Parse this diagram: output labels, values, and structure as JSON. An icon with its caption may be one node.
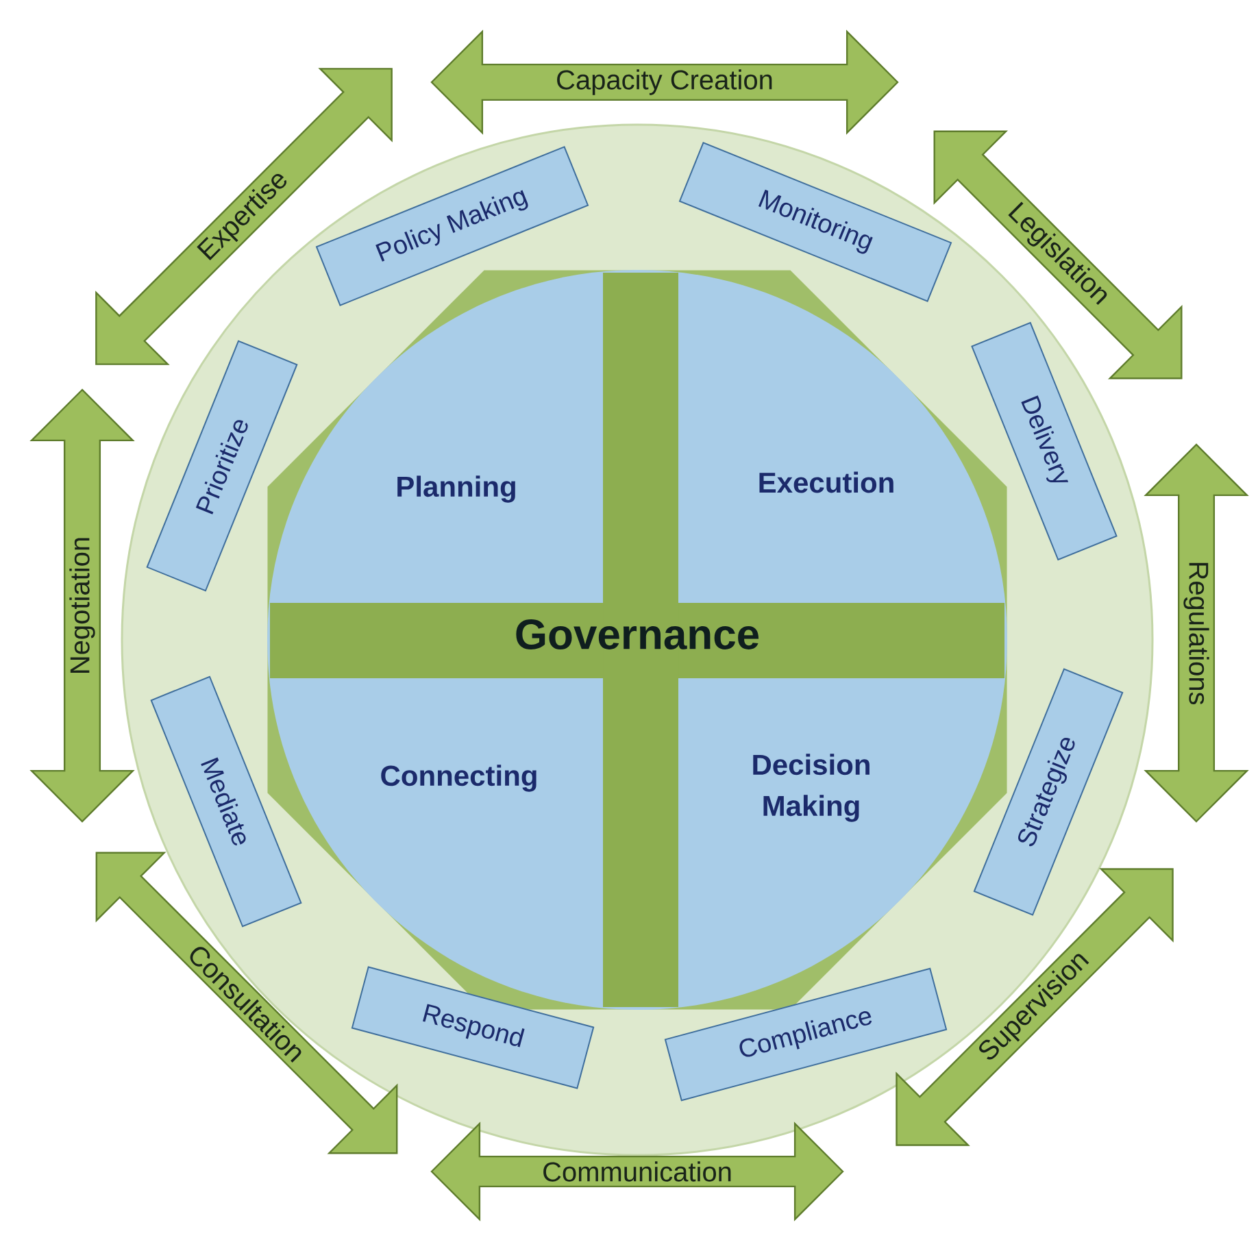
{
  "diagram": {
    "nodes": [
      {
        "text": [
          "Capacity Creation"
        ]
      },
      {
        "text": [
          "Expertise"
        ]
      },
      {
        "text": [
          "Policy Making"
        ]
      },
      {
        "text": [
          "Monitoring"
        ]
      },
      {
        "text": [
          "Legislation"
        ]
      },
      {
        "text": [
          "Prioritize"
        ]
      },
      {
        "text": [
          "Delivery"
        ]
      },
      {
        "text": [
          "Governance"
        ]
      },
      {
        "text": [
          "Planning"
        ],
        "in": 7
      },
      {
        "text": [
          "Execution"
        ],
        "in": 7
      },
      {
        "text": [
          "Negotiation"
        ]
      },
      {
        "text": [
          "Regulations"
        ]
      },
      {
        "text": [
          "Mediate"
        ]
      },
      {
        "text": [
          "Connecting"
        ],
        "in": 7
      },
      {
        "text": [
          "Decision Making"
        ],
        "in": 7
      },
      {
        "text": [
          "Strategize"
        ]
      },
      {
        "text": [
          "Consultation"
        ]
      },
      {
        "text": [
          "Supervision"
        ]
      },
      {
        "text": [
          "Respond"
        ]
      },
      {
        "text": [
          "Compliance"
        ]
      },
      {
        "text": [
          "Communication"
        ]
      }
    ]
  }
}
